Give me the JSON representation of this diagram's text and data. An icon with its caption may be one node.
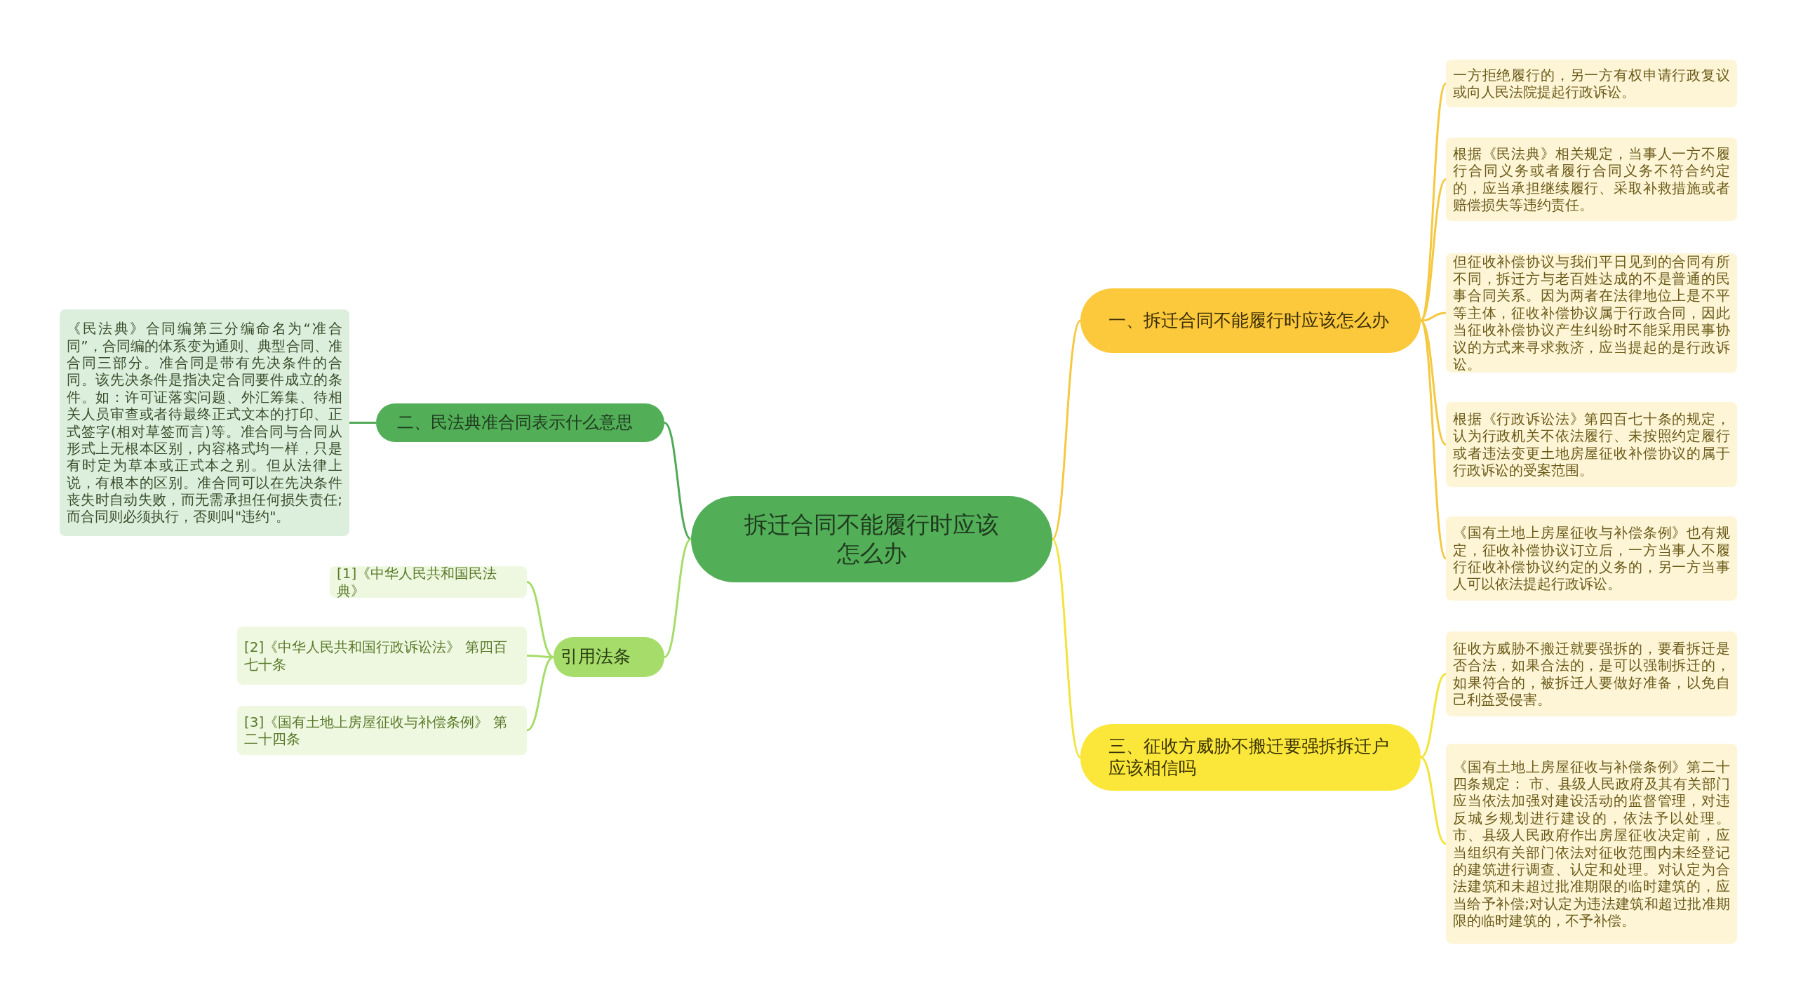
{
  "diagram": {
    "nodes": [
      {
        "text": [
          "拆迁合同不能履行时应该怎么办"
        ]
      },
      {
        "text": [
          "一、拆迁合同不能履行时应该怎么办"
        ]
      },
      {
        "text": [
          "一方拒绝履行的，另一方有权申请行政复议或向人民法院提起行政诉讼。"
        ]
      },
      {
        "text": [
          "根据《民法典》相关规定，当事人一方不履行合同义务或者履行合同义务不符合约定的，应当承担继续履行、采取补救措施或者赔偿损失等违约责任。"
        ]
      },
      {
        "text": [
          "但征收补偿协议与我们平日见到的合同有所不同，拆迁方与老百姓达成的不是普通的民事合同关系。因为两者在法律地位上是不平等主体，征收补偿协议属于行政合同，因此当征收补偿协议产生纠纷时不能采用民事协议的方式来寻求救济，应当提起的是行政诉讼。"
        ]
      },
      {
        "text": [
          "根据《行政诉讼法》第四百七十条的规定，认为行政机关不依法履行、未按照约定履行或者违法变更土地房屋征收补偿协议的属于行政诉讼的受案范围。"
        ]
      },
      {
        "text": [
          "《国有土地上房屋征收与补偿条例》也有规定，征收补偿协议订立后，一方当事人不履行征收补偿协议约定的义务的，另一方当事人可以依法提起行政诉讼。"
        ]
      },
      {
        "text": [
          "二、民法典准合同表示什么意思"
        ]
      },
      {
        "text": [
          "《民法典》合同编第三分编命名为“准合同”，合同编的体系变为通则、典型合同、准合同三部分。准合同是带有先决条件的合同。该先决条件是指决定合同要件成立的条件。如：许可证落实问题、外汇筹集、待相关人员审查或者待最终正式文本的打印、正式签字(相对草签而言)等。准合同与合同从形式上无根本区别，内容格式均一样，只是有时定为草本或正式本之别。但从法律上说，有根本的区别。准合同可以在先决条件丧失时自动失败，而无需承担任何损失责任;而合同则必须执行，否则叫\"违约\"。"
        ]
      },
      {
        "text": [
          "引用法条"
        ]
      },
      {
        "text": [
          "[1]《中华人民共和国民法典》"
        ]
      },
      {
        "text": [
          "[2]《中华人民共和国行政诉讼法》 第四百七十条"
        ]
      },
      {
        "text": [
          "[3]《国有土地上房屋征收与补偿条例》 第二十四条"
        ]
      },
      {
        "text": [
          "三、征收方威胁不搬迁要强拆拆迁户应该相信吗"
        ]
      },
      {
        "text": [
          "征收方威胁不搬迁就要强拆的，要看拆迁是否合法，如果合法的，是可以强制拆迁的，如果符合的，被拆迁人要做好准备，以免自己利益受侵害。"
        ]
      },
      {
        "text": [
          "《国有土地上房屋征收与补偿条例》第二十四条规定： 市、县级人民政府及其有关部门应当依法加强对建设活动的监督管理，对违反城乡规划进行建设的，依法予以处理。市、县级人民政府作出房屋征收决定前，应当组织有关部门依法对征收范围内未经登记的建筑进行调查、认定和处理。对认定为合法建筑和未超过批准期限的临时建筑的，应当给予补偿;对认定为违法建筑和超过批准期限的临时建筑的，不予补偿。"
        ]
      }
    ],
    "edges": [
      {
        "from": 0,
        "to": 1,
        "arrow": "none",
        "color": "#f5c842"
      },
      {
        "from": 1,
        "to": 2,
        "arrow": "none",
        "color": "#f5c842"
      },
      {
        "from": 1,
        "to": 3,
        "arrow": "none",
        "color": "#f5c842"
      },
      {
        "from": 1,
        "to": 4,
        "arrow": "none",
        "color": "#f5c842"
      },
      {
        "from": 1,
        "to": 5,
        "arrow": "none",
        "color": "#f5c842"
      },
      {
        "from": 1,
        "to": 6,
        "arrow": "none",
        "color": "#f5c842"
      },
      {
        "from": 0,
        "to": 7,
        "arrow": "none",
        "color": "#4fa956"
      },
      {
        "from": 7,
        "to": 8,
        "arrow": "none",
        "color": "#4fa956"
      },
      {
        "from": 0,
        "to": 9,
        "arrow": "none",
        "color": "#a6dc6a"
      },
      {
        "from": 9,
        "to": 10,
        "arrow": "none",
        "color": "#a6dc6a"
      },
      {
        "from": 9,
        "to": 11,
        "arrow": "none",
        "color": "#a6dc6a"
      },
      {
        "from": 9,
        "to": 12,
        "arrow": "none",
        "color": "#a6dc6a"
      },
      {
        "from": 0,
        "to": 13,
        "arrow": "none",
        "color": "#f2e33c"
      },
      {
        "from": 13,
        "to": 14,
        "arrow": "none",
        "color": "#f2e33c"
      },
      {
        "from": 13,
        "to": 15,
        "arrow": "none",
        "color": "#f2e33c"
      }
    ]
  }
}
